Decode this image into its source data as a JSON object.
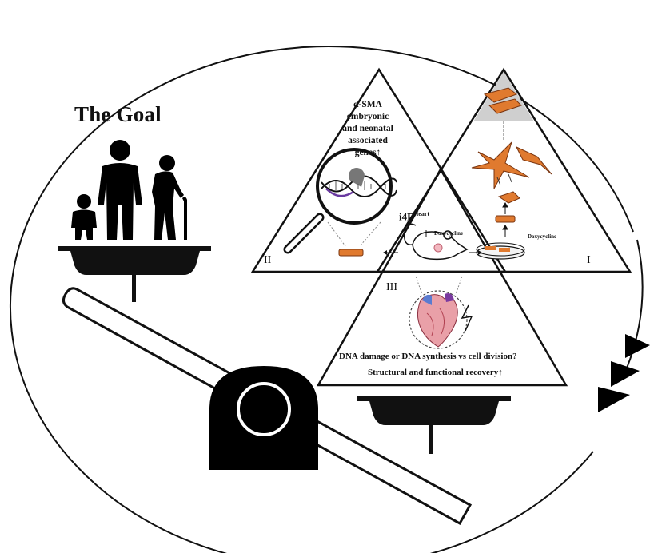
{
  "goal": {
    "title": "The Goal"
  },
  "triangle_2": {
    "roman": "II",
    "text_line1": "α-SMA",
    "text_line2": "embryonic",
    "text_line3": "and neonatal",
    "text_line4": "associated",
    "text_line5": "genes↑"
  },
  "triangle_1": {
    "roman": "I",
    "doxycycline": "Doxycycline"
  },
  "center": {
    "model": "i4F",
    "model_sup": "Heart",
    "doxycycline": "Doxycycline"
  },
  "triangle_3": {
    "roman": "III",
    "line1": "DNA damage or DNA synthesis vs cell division?",
    "line2": "Structural and functional recovery↑"
  },
  "colors": {
    "cell": "#e07a2f",
    "cell_outline": "#8a3d0e",
    "shading": "#c9c9c9",
    "heart": "#e9a0a8",
    "ink": "#111111"
  }
}
